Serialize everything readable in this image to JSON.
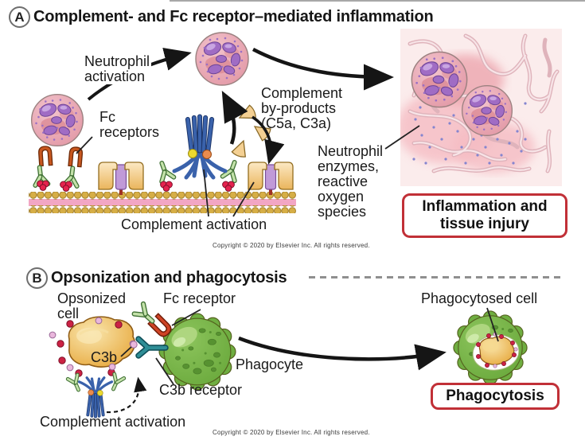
{
  "panelA": {
    "letter": "A",
    "title": "Complement- and Fc receptor–mediated inflammation",
    "labels": {
      "neutrophilActivation": "Neutrophil\nactivation",
      "fcReceptors": "Fc\nreceptors",
      "complementByproducts": "Complement\nby-products\n(C5a, C3a)",
      "neutrophilEnzymes": "Neutrophil\nenzymes,\nreactive\noxygen\nspecies",
      "complementActivation": "Complement activation"
    },
    "outcome": "Inflammation and\ntissue injury",
    "copyright": "Copyright © 2020 by Elsevier Inc. All rights reserved."
  },
  "panelB": {
    "letter": "B",
    "title": "Opsonization and phagocytosis",
    "labels": {
      "opsonizedCell": "Opsonized\ncell",
      "fcReceptor": "Fc receptor",
      "c3b": "C3b",
      "phagocyte": "Phagocyte",
      "c3bReceptor": "C3b receptor",
      "complementActivation": "Complement activation",
      "phagocytosedCell": "Phagocytosed cell"
    },
    "outcome": "Phagocytosis",
    "copyright": "Copyright © 2020 by Elsevier Inc. All rights reserved."
  },
  "colors": {
    "outcomeBoxBorder": "#c13037",
    "arrow": "#151515",
    "dashedDivider": "#8f8f8f",
    "neutrophil": "#e39aa7",
    "nucleus": "#a06cc4",
    "antibodyGreen": "#c4e2aa",
    "antigenRed": "#e5224e",
    "fcReceptorOrange": "#c8571f",
    "complementBlue": "#3a62ab",
    "phagocyteGreen": "#72b444",
    "opsonizedOrange": "#e7a83c",
    "c3bReceptorTeal": "#2f8e96"
  }
}
